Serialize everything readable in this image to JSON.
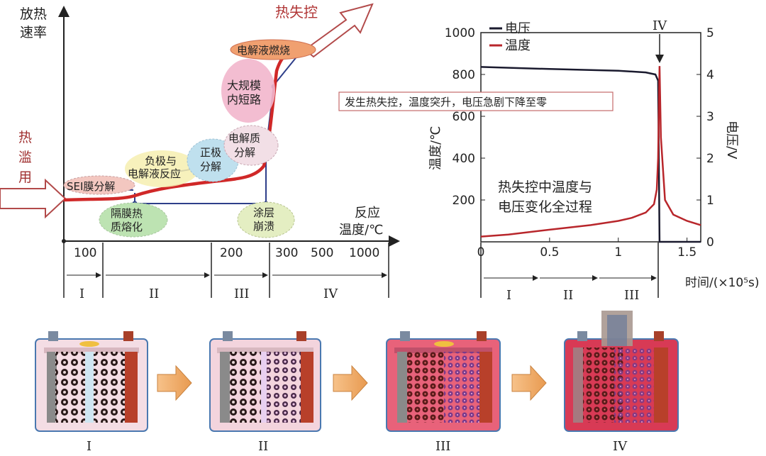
{
  "left_chart": {
    "y_label_line1": "放热",
    "y_label_line2": "速率",
    "x_label_line1": "反应",
    "x_label_line2": "温度/℃",
    "thermal_runaway": "热失控",
    "abuse_line1": "热",
    "abuse_line2": "滥",
    "abuse_line3": "用",
    "temp_ticks": [
      "100",
      "200",
      "300",
      "500",
      "1000"
    ],
    "stages": [
      "I",
      "II",
      "III",
      "IV"
    ],
    "bubbles": {
      "sei": "SEI膜分解",
      "neg1": "负极与",
      "neg2": "电解液反应",
      "sep1": "隔膜热",
      "sep2": "质熔化",
      "pos1": "正极",
      "pos2": "分解",
      "ele1": "电解质",
      "ele2": "分解",
      "coat1": "涂层",
      "coat2": "崩溃",
      "short1": "大规模",
      "short2": "内短路",
      "burn": "电解液燃烧"
    },
    "colors": {
      "curve": "#d02828",
      "flow": "#2e3f8a",
      "arrow": "#b24a4a"
    }
  },
  "chart_data": {
    "type": "line",
    "x_label": "时间/(×10⁵s)",
    "y_left_label": "温度/℃",
    "y_right_label": "电压/V",
    "x_ticks": [
      "0",
      "0.5",
      "1",
      "1.5"
    ],
    "y_left_ticks": [
      "200",
      "400",
      "600",
      "800",
      "1000"
    ],
    "y_right_ticks": [
      "0",
      "1",
      "2",
      "3",
      "4",
      "5"
    ],
    "xlim": [
      0,
      1.6
    ],
    "y_left_lim": [
      0,
      1000
    ],
    "y_right_lim": [
      0,
      5
    ],
    "series": [
      {
        "name": "电压",
        "axis": "right",
        "color": "#1a1a2e",
        "x": [
          0,
          0.5,
          1.0,
          1.2,
          1.27,
          1.29,
          1.295,
          1.3,
          1.6
        ],
        "y": [
          4.18,
          4.13,
          4.09,
          4.05,
          4.0,
          3.85,
          2.0,
          0,
          0
        ]
      },
      {
        "name": "温度",
        "axis": "left",
        "color": "#b8262b",
        "x": [
          0,
          0.2,
          0.5,
          0.8,
          1.0,
          1.1,
          1.2,
          1.26,
          1.28,
          1.29,
          1.3,
          1.31,
          1.34,
          1.4,
          1.5,
          1.6
        ],
        "y": [
          25,
          35,
          58,
          80,
          100,
          115,
          140,
          180,
          250,
          400,
          840,
          500,
          200,
          130,
          100,
          80
        ]
      }
    ],
    "annotation": "发生热失控，温度突升，电压急剧下降至零",
    "inner_text_line1": "热失控中温度与",
    "inner_text_line2": "电压变化全过程",
    "stage_marker": "IV",
    "stages": [
      "I",
      "II",
      "III"
    ]
  },
  "bottom_row": {
    "labels": [
      "I",
      "II",
      "III",
      "IV"
    ]
  }
}
